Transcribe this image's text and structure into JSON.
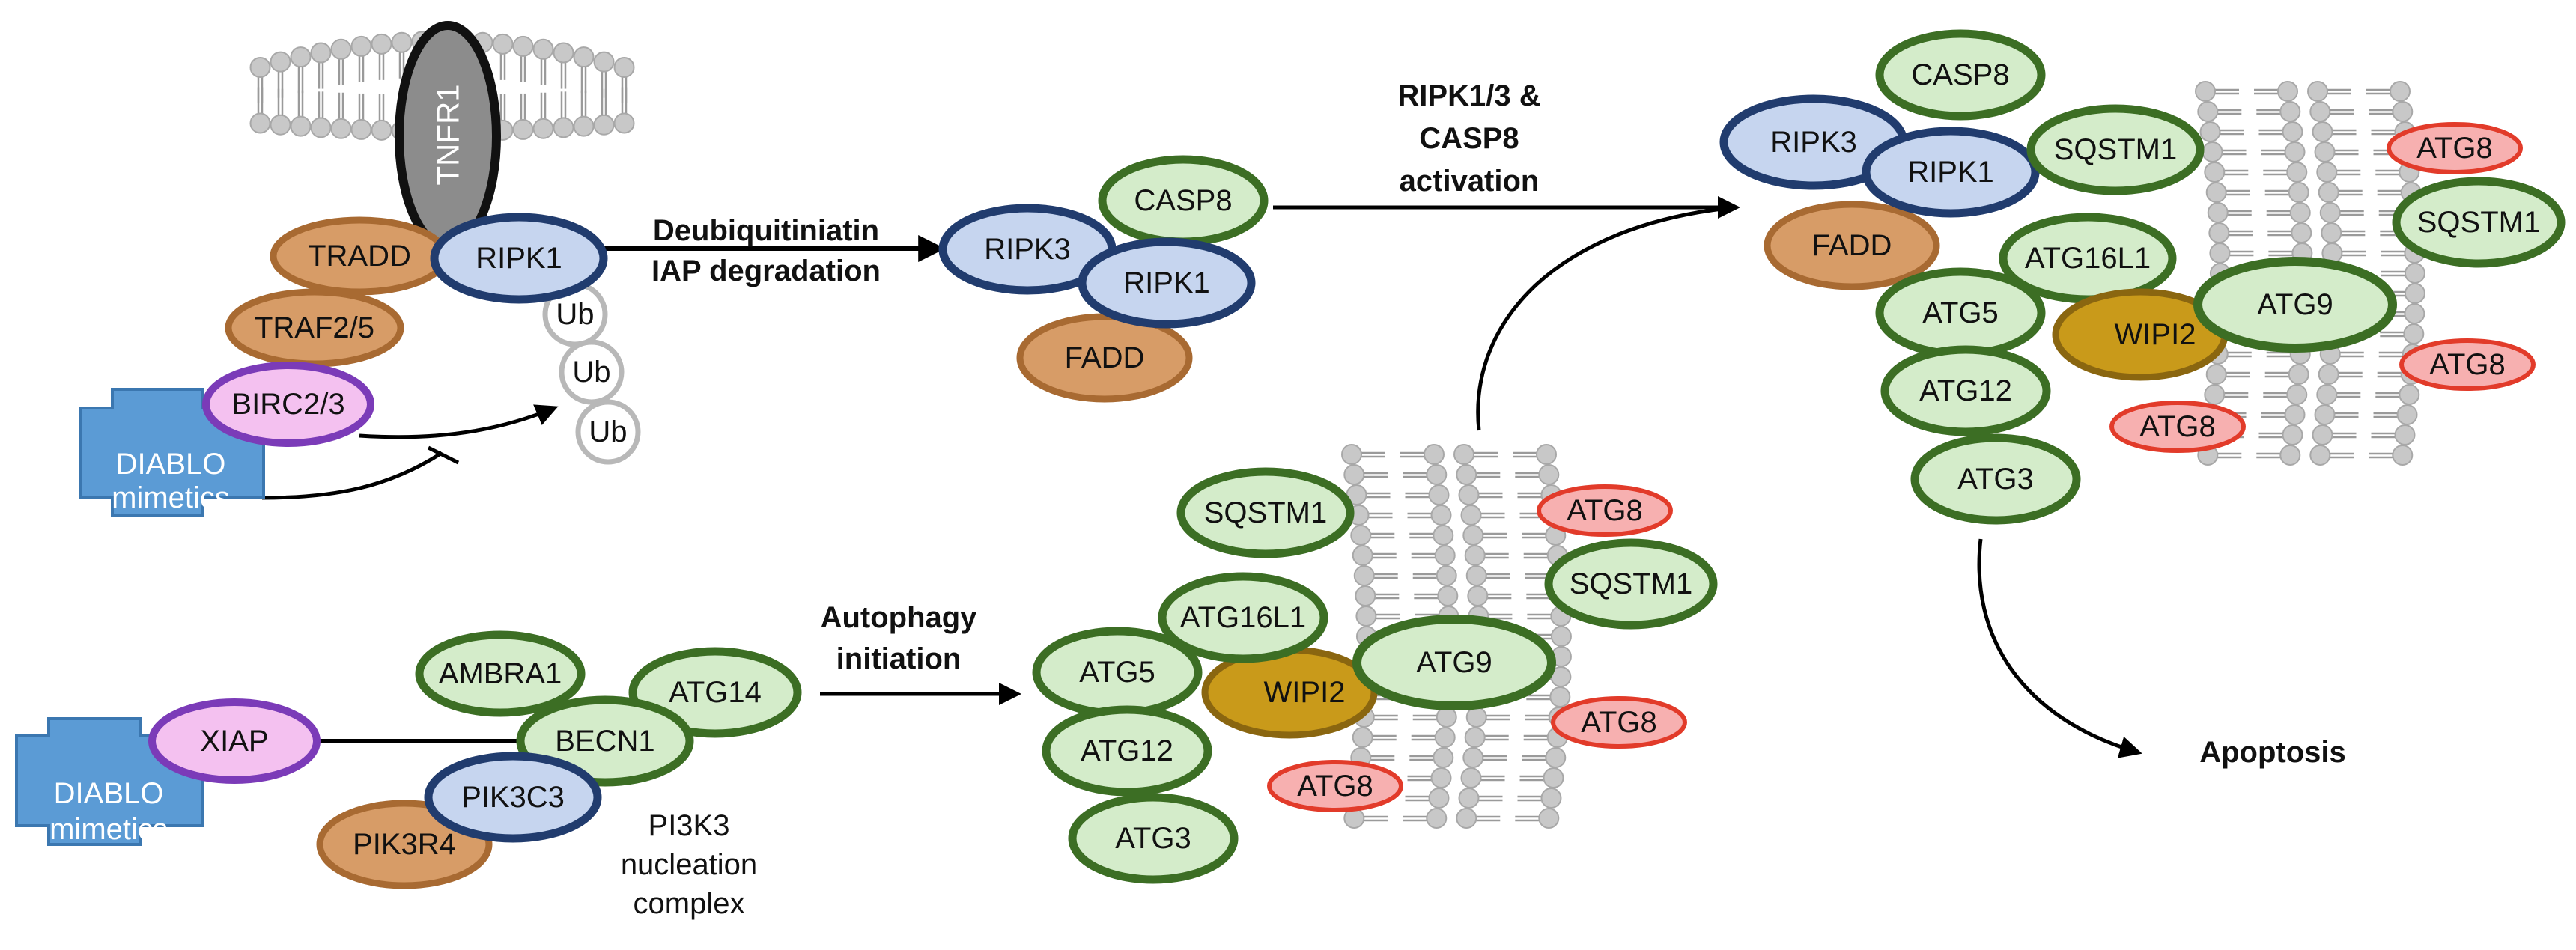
{
  "colors": {
    "blue_fill": "#c6d5ef",
    "blue_stroke": "#213c6e",
    "green_fill": "#d4ecca",
    "green_stroke": "#3c6e24",
    "orange_fill": "#d79c67",
    "orange_stroke": "#a86a32",
    "pink_fill": "#f4c1f0",
    "pink_stroke": "#7b3bb8",
    "red_fill": "#f7b0b0",
    "red_stroke": "#e23b2a",
    "gold_fill": "#c99a1a",
    "gold_stroke": "#8a6610",
    "gray_fill": "#8c8c8c",
    "gray_stroke": "#111111",
    "white_fill": "#ffffff",
    "white_stroke": "#b8b8b8",
    "drug_fill": "#5b9bd5",
    "drug_stroke": "#3b77b0"
  },
  "receptor": {
    "label": "TNFR1"
  },
  "complex1": {
    "tradd": "TRADD",
    "ripk1": "RIPK1",
    "traf": "TRAF2/5",
    "birc": "BIRC2/3",
    "ub1": "Ub",
    "ub2": "Ub",
    "ub3": "Ub"
  },
  "diablo_top": {
    "line1": "DIABLO",
    "line2": "mimetics"
  },
  "diablo_bottom": {
    "line1": "DIABLO",
    "line2": "mimetics"
  },
  "step_deubiq": {
    "line1": "Deubiquitiniatin",
    "line2": "IAP degradation"
  },
  "complex2": {
    "casp8": "CASP8",
    "ripk3": "RIPK3",
    "ripk1": "RIPK1",
    "fadd": "FADD"
  },
  "step_activation": {
    "line1": "RIPK1/3 &",
    "line2": "CASP8",
    "line3": "activation"
  },
  "complex_final": {
    "casp8": "CASP8",
    "ripk3": "RIPK3",
    "ripk1": "RIPK1",
    "sqstm1_a": "SQSTM1",
    "atg8_a": "ATG8",
    "sqstm1_b": "SQSTM1",
    "fadd": "FADD",
    "atg16l1": "ATG16L1",
    "atg5": "ATG5",
    "wipi2": "WIPI2",
    "atg9": "ATG9",
    "atg8_b": "ATG8",
    "atg12": "ATG12",
    "atg8_c": "ATG8",
    "atg3": "ATG3"
  },
  "pi3k": {
    "ambra1": "AMBRA1",
    "atg14": "ATG14",
    "xiap": "XIAP",
    "becn1": "BECN1",
    "pik3c3": "PIK3C3",
    "pik3r4": "PIK3R4",
    "label1": "PI3K3",
    "label2": "nucleation",
    "label3": "complex"
  },
  "step_autophagy": {
    "line1": "Autophagy",
    "line2": "initiation"
  },
  "complex_mid": {
    "sqstm1_a": "SQSTM1",
    "atg8_a": "ATG8",
    "sqstm1_b": "SQSTM1",
    "atg16l1": "ATG16L1",
    "atg5": "ATG5",
    "wipi2": "WIPI2",
    "atg9": "ATG9",
    "atg8_b": "ATG8",
    "atg12": "ATG12",
    "atg8_c": "ATG8",
    "atg3": "ATG3"
  },
  "outcome": {
    "label": "Apoptosis"
  }
}
